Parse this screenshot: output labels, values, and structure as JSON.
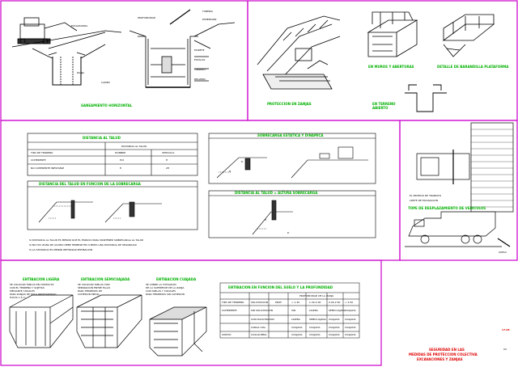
{
  "sheet": {
    "accent": "#cc00cc",
    "title_green": "#00b000",
    "title_red": "#e00000"
  },
  "panels": {
    "top_left": {
      "title": "SANEAMIENTO HORIZONTAL",
      "labels": [
        "EXCAVADORA",
        "PROFUNDIDAD",
        "TUBERIA",
        "DIMENSION",
        "ZANJA",
        "CAMPO",
        "MURETE",
        "ESTACAS",
        "TABLERO",
        "RELLENO"
      ]
    },
    "top_mid": {
      "title": "PROTECCION EN ZANJAS"
    },
    "top_right": {
      "title_1": "EN MUROS Y ABERTURAS",
      "title_2": "DETALLE DE BARANDILLA PLATAFORMA",
      "title_3_line1": "EN TERRENO",
      "title_3_line2": "ABIERTO"
    },
    "slope_table": {
      "title": "DISTANCIA AL TALUD",
      "header_top": "DISTANCIA AL TALUD",
      "col_a": "TIPO DE TERRENO",
      "col_b": "HOMBRE",
      "col_c": "VEHICULO",
      "rows": [
        {
          "label": "COHERENTE",
          "a": "H/2",
          "b": "H"
        },
        {
          "label": "NO COHERENTE INESTABLE",
          "a": "H",
          "b": "2H"
        }
      ]
    },
    "slope_diagram": {
      "title": "DISTANCIA DEL TALUD EN FUNCION DE LA SOBRECARGA",
      "notes": [
        "SI DISTANCIA AL TALUD ES MENOR QUE EL ESPACIO PARA MANTENER SOBRECARGA AL TALUD",
        "SI NO HAY ZONA DE ACOPIO DEBE TENERSE EN CUENTA UNA DISTANCIA DE SEGURIDAD",
        "SI LA DISTANCIA ES MENOR REFORZAR ENTIBACION"
      ]
    },
    "mid_center": {
      "title_1": "SOBRECARGA ESTATICA Y DINAMICA",
      "title_2": "DISTANCIA AL TALUD = ALTURA SOBRECARGA",
      "labels": [
        "H",
        "D",
        "H",
        "D"
      ]
    },
    "mid_right": {
      "note_1": "EL SENTIDO DE TRANSITO",
      "note_2": "LIMITE DE EXCAVACION",
      "title": "TOPE DE DESPLAZAMIENTO DE VEHICULOS",
      "label": "SUELO"
    },
    "bottom": {
      "col1_title": "ENTIBACION LIGERA",
      "col1_text": [
        "SE COLOCAN TABLAS EN CONTACTO",
        "CON EL TERRENO Y SUJETAS",
        "MEDIANTE CODALES",
        "PARA ZANJAS DE POCA PROFUNDIDAD",
        "HASTA 1.5 m"
      ],
      "col2_title": "ENTIBACION SEMICUAJADA",
      "col2_text": [
        "SE COLOCAN TABLAS CON",
        "SEPARACION ENTRE ELLAS",
        "PARA TERRENOS DE",
        "COHESION MEDIA"
      ],
      "col3_title": "ENTIBACION CUAJADA",
      "col3_text": [
        "SE CUBRE LA TOTALIDAD",
        "DE LA SUPERFICIE DE LA ZANJA",
        "CON TABLAS Y CODALES",
        "PARA TERRENOS SIN COHESION"
      ]
    },
    "entib_table": {
      "title": "ENTIBACION EN FUNCION DEL SUELO Y LA PROFUNDIDAD",
      "head_group": "PROFUNDIDAD DE LA ZANJA",
      "cols": [
        "TIPO DE TERRENO",
        "SOLICITACION",
        "PROF.",
        "< 1.30",
        "1.30-2.00",
        "2.00-2.50",
        "> 2.50"
      ],
      "rows": [
        [
          "COHERENTE",
          "SIN SOLICITACION",
          "",
          "SIN",
          "LIGERA",
          "SEMICUAJADA",
          "CUAJADA"
        ],
        [
          "",
          "CON SOLICITACION",
          "",
          "LIGERA",
          "SEMICUAJADA",
          "CUAJADA",
          "CUAJADA"
        ],
        [
          "",
          "CARGA VIAL",
          "",
          "CUAJADA",
          "CUAJADA",
          "CUAJADA",
          "CUAJADA"
        ],
        [
          "SUELTO",
          "CUALQUIERA",
          "",
          "CUAJADA",
          "CUAJADA",
          "CUAJADA",
          "CUAJADA"
        ]
      ]
    },
    "title_block": {
      "line1": "SEGURIDAD EN LAS",
      "line2": "MEDIDAS DE PROTECCION COLECTIVA",
      "line3": "EXCAVACIONES Y ZANJAS",
      "sheet_no": "17-08",
      "code": "04"
    }
  }
}
